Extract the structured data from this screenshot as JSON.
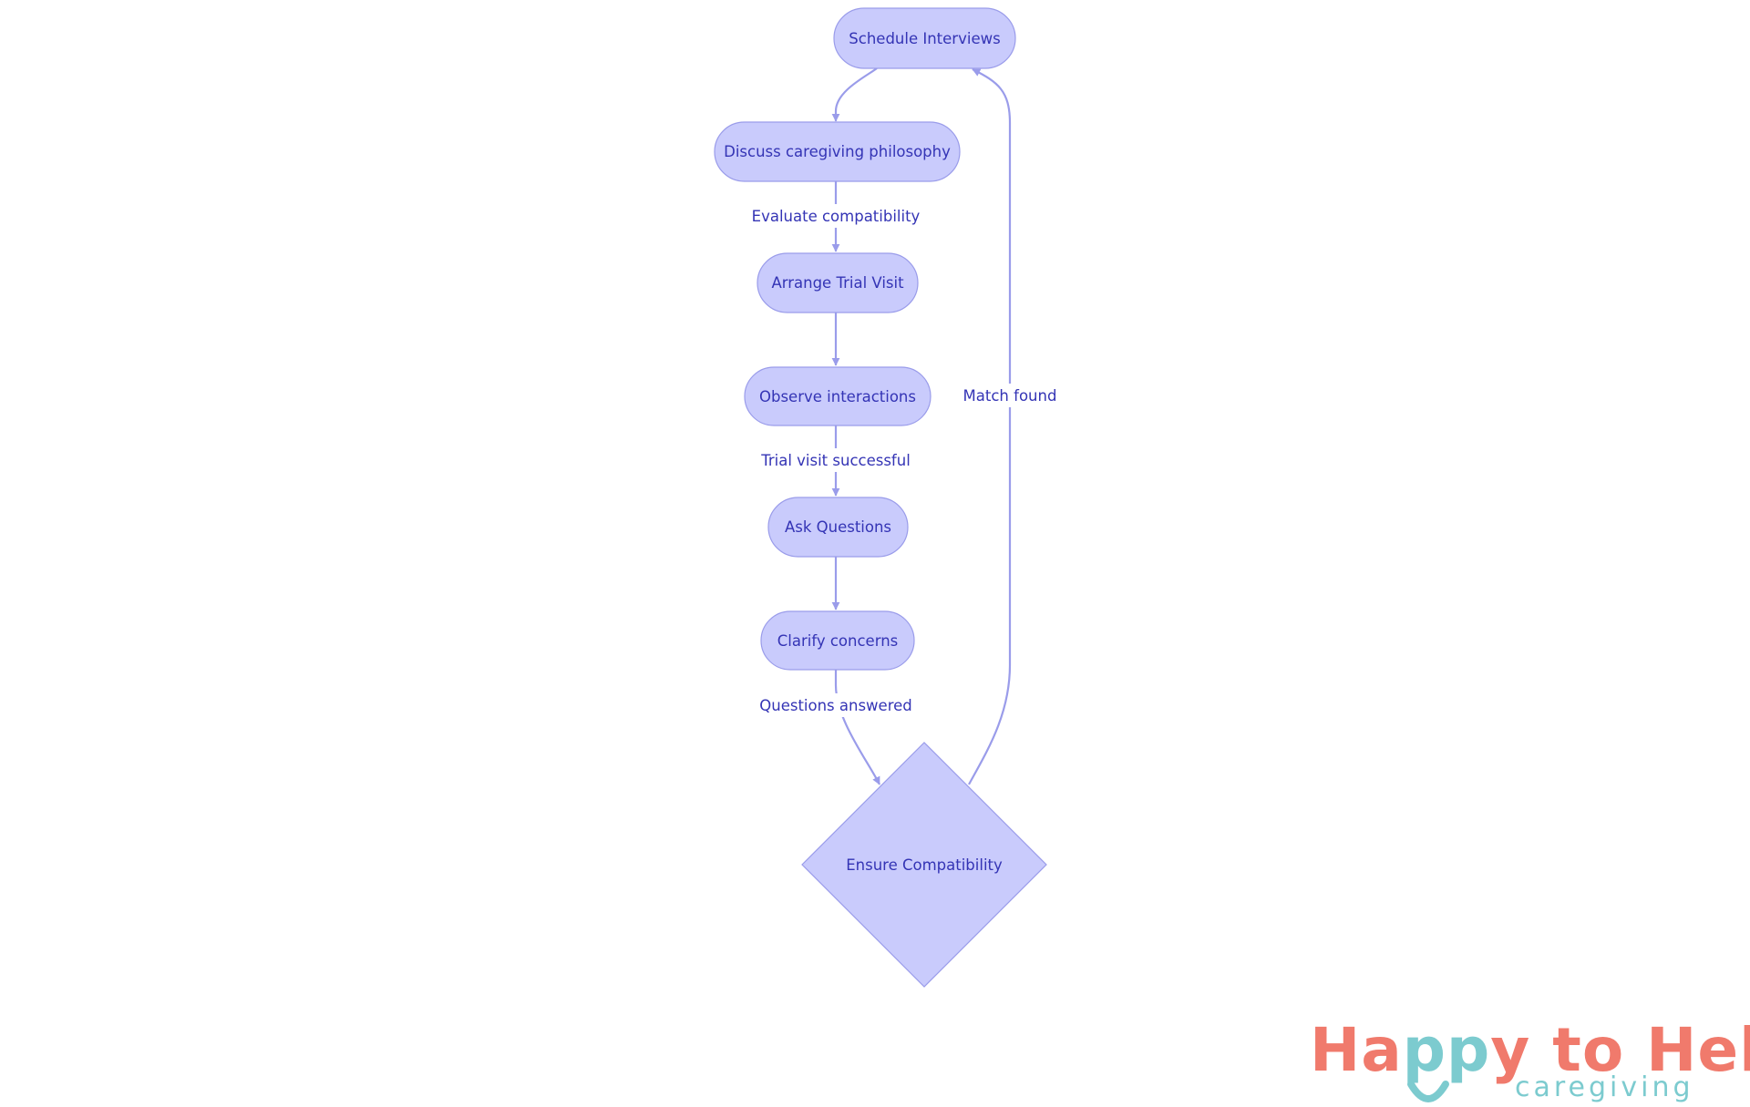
{
  "colors": {
    "node_fill": "#c9cbfc",
    "node_stroke": "#9a9cea",
    "text": "#3434b5",
    "edge": "#9a9cea",
    "logo_coral": "#f07a6c",
    "logo_teal": "#7ccbcf"
  },
  "nodes": {
    "schedule_interviews": "Schedule Interviews",
    "discuss_philosophy": "Discuss caregiving philosophy",
    "arrange_trial_visit": "Arrange Trial Visit",
    "observe_interactions": "Observe interactions",
    "ask_questions": "Ask Questions",
    "clarify_concerns": "Clarify concerns",
    "ensure_compatibility": "Ensure Compatibility"
  },
  "edge_labels": {
    "evaluate_compatibility": "Evaluate compatibility",
    "trial_visit_successful": "Trial visit successful",
    "questions_answered": "Questions answered",
    "match_found": "Match found"
  },
  "logo": {
    "happy_ha": "Ha",
    "happy_pp": "pp",
    "happy_rest": "y to Help",
    "tagline": "caregiving",
    "smile_icon": "smile-icon"
  }
}
